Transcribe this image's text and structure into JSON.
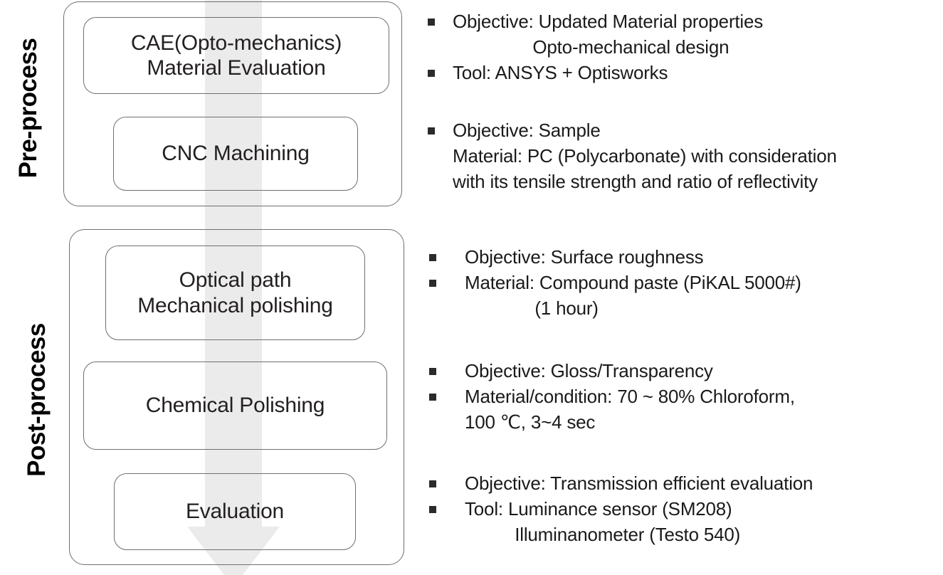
{
  "diagram": {
    "title_hidden": "",
    "accent_color": "#6f6f6f",
    "arrow_color": "#ebebeb",
    "text_color": "#231f20",
    "stages": [
      {
        "label": "Pre-process"
      },
      {
        "label": "Post-process"
      }
    ],
    "steps": [
      {
        "label": "CAE(Opto-mechanics)\nMaterial Evaluation"
      },
      {
        "label": "CNC Machining"
      },
      {
        "label": "Optical path\nMechanical polishing"
      },
      {
        "label": "Chemical Polishing"
      },
      {
        "label": "Evaluation"
      }
    ],
    "notes": [
      {
        "id": "note-cae",
        "lines": [
          {
            "bullet": true,
            "text": "Objective: Updated Material properties"
          },
          {
            "bullet": false,
            "text": "                Opto-mechanical design"
          },
          {
            "bullet": true,
            "text": "Tool: ANSYS + Optisworks"
          }
        ]
      },
      {
        "id": "note-cnc",
        "lines": [
          {
            "bullet": true,
            "text": "Objective: Sample"
          },
          {
            "bullet": false,
            "text": "Material: PC (Polycarbonate) with consideration"
          },
          {
            "bullet": false,
            "text": "with its tensile strength and ratio of reflectivity"
          }
        ]
      },
      {
        "id": "note-mech-polish",
        "lines": [
          {
            "bullet": true,
            "text": "Objective: Surface roughness"
          },
          {
            "bullet": true,
            "text": "Material: Compound paste (PiKAL 5000#)"
          },
          {
            "bullet": false,
            "text": "              (1 hour)"
          }
        ]
      },
      {
        "id": "note-chem-polish",
        "lines": [
          {
            "bullet": true,
            "text": "Objective: Gloss/Transparency"
          },
          {
            "bullet": true,
            "text": "Material/condition: 70 ~ 80% Chloroform,"
          },
          {
            "bullet": false,
            "text": "100 ℃, 3~4 sec"
          }
        ]
      },
      {
        "id": "note-evaluation",
        "lines": [
          {
            "bullet": true,
            "text": "Objective: Transmission efficient evaluation"
          },
          {
            "bullet": true,
            "text": "Tool: Luminance sensor (SM208)"
          },
          {
            "bullet": false,
            "text": "          Illuminanometer (Testo 540)"
          }
        ]
      }
    ]
  }
}
